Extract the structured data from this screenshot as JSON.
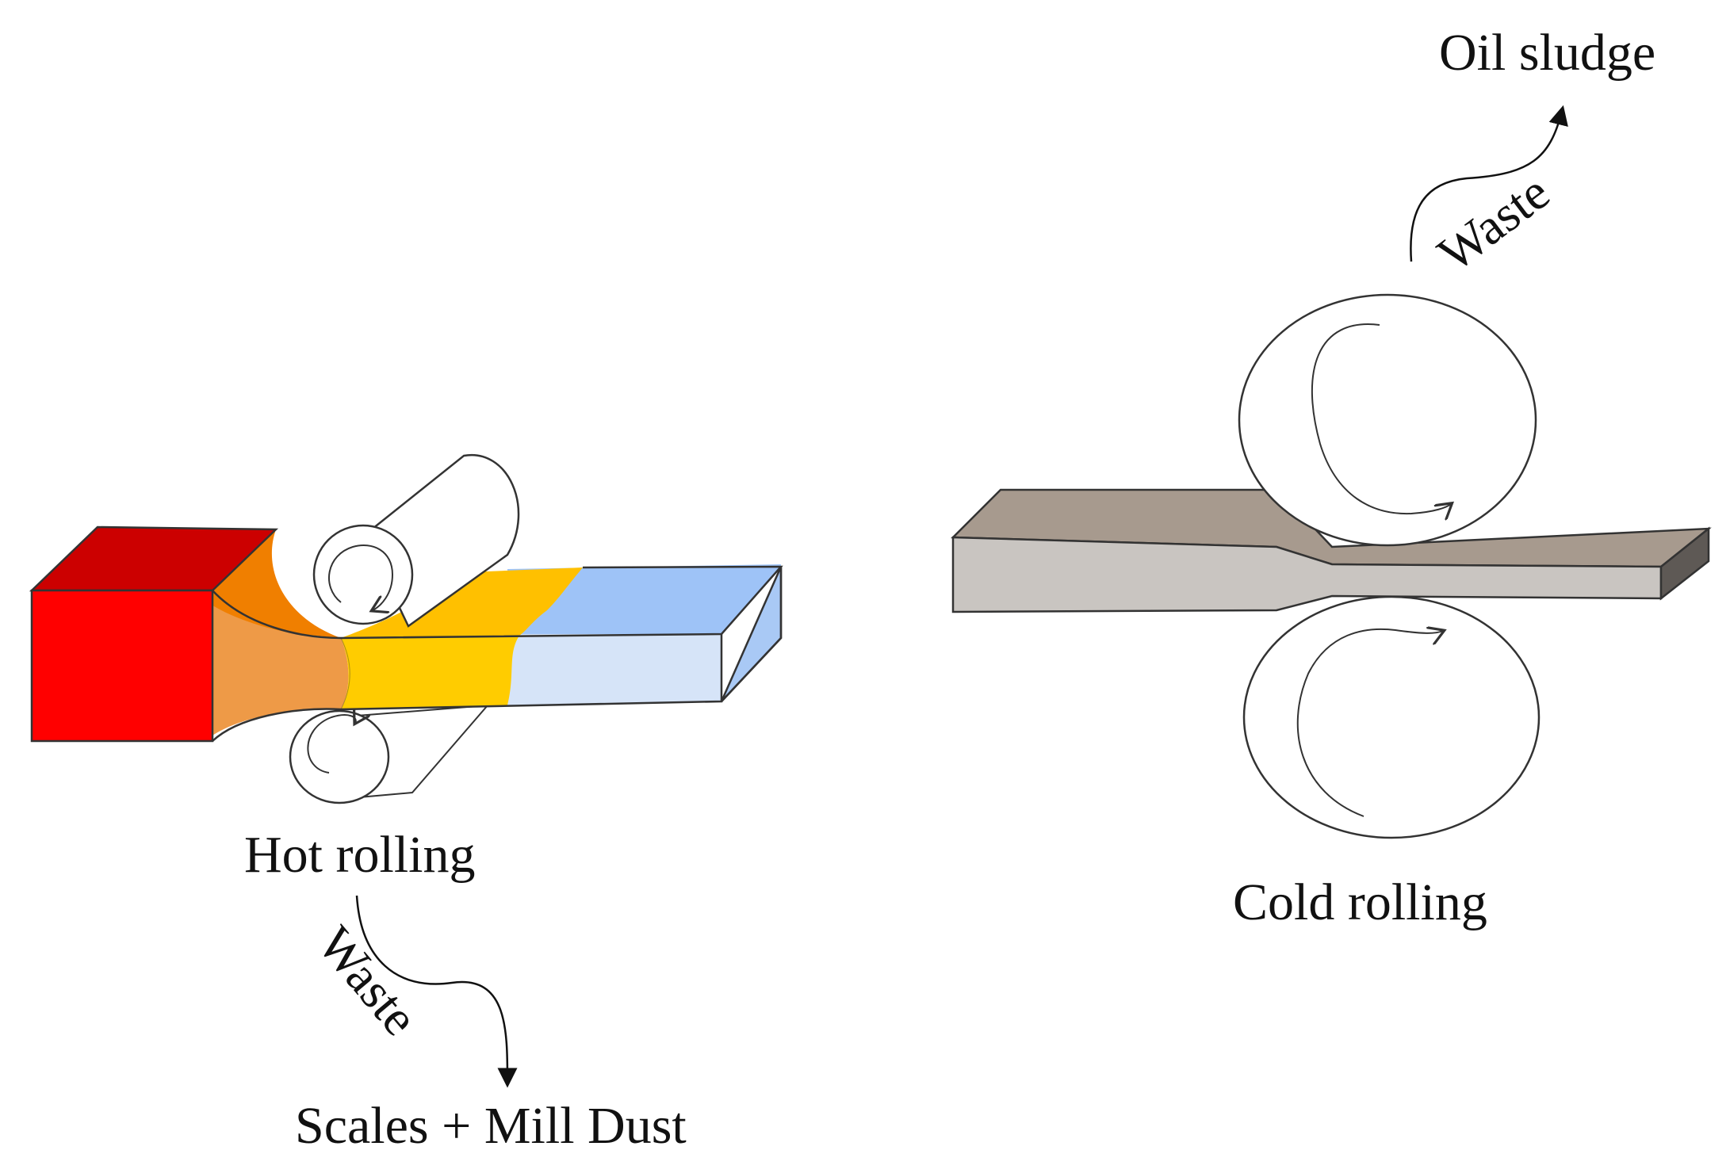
{
  "hot_rolling": {
    "title": "Hot rolling",
    "waste_label": "Waste",
    "output": "Scales + Mill Dust",
    "colors": {
      "block_front": "#ff0000",
      "block_top": "#cc0000",
      "neck_top": "#f07f00",
      "neck_front": "#ee9a47",
      "mid_top": "#ffc000",
      "mid_front": "#ffcc00",
      "cool_top": "#9ec3f7",
      "cool_front": "#d6e4f8",
      "cool_end": "#a9c9f5"
    }
  },
  "cold_rolling": {
    "title": "Cold rolling",
    "waste_label": "Waste",
    "output": "Oil sludge",
    "colors": {
      "strip_top": "#a79a8e",
      "strip_front": "#c9c5c1",
      "strip_end": "#5e5955"
    }
  }
}
